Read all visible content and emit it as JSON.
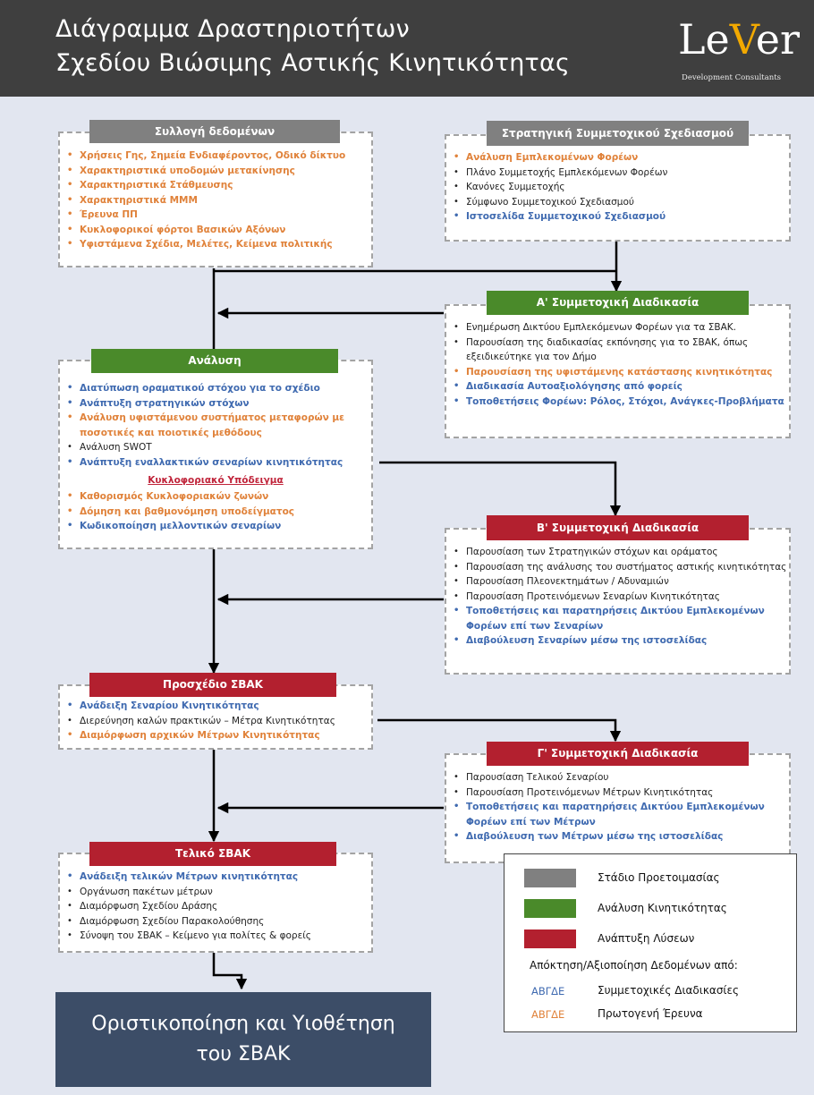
{
  "title": {
    "line1": "Διάγραμμα Δραστηριοτήτων",
    "line2": "Σχεδίου Βιώσιμης Αστικής Κινητικότητας"
  },
  "logo": {
    "word_part1": "Le",
    "word_v": "V",
    "word_part2": "er",
    "subtitle": "Development Consultants"
  },
  "colors": {
    "header_bg": "#3f3f3f",
    "stage_gray": "#808080",
    "stage_green": "#4a8a2a",
    "stage_red": "#b3202f",
    "text_blue": "#3f6ab0",
    "text_orange": "#e0823a",
    "final_bg": "#3c4d67"
  },
  "boxes": {
    "data_collection": {
      "label": "Συλλογή δεδομένων",
      "items": [
        {
          "text": "Χρήσεις Γης, Σημεία Ενδιαφέροντος, Οδικό δίκτυο",
          "color": "orange"
        },
        {
          "text": "Χαρακτηριστικά υποδομών μετακίνησης",
          "color": "orange"
        },
        {
          "text": "Χαρακτηριστικά Στάθμευσης",
          "color": "orange"
        },
        {
          "text": "Χαρακτηριστικά ΜΜΜ",
          "color": "orange"
        },
        {
          "text": "Έρευνα ΠΠ",
          "color": "orange"
        },
        {
          "text": "Κυκλοφορικοί φόρτοι Βασικών Αξόνων",
          "color": "orange"
        },
        {
          "text": "Υφιστάμενα Σχέδια, Μελέτες, Κείμενα πολιτικής",
          "color": "orange"
        }
      ]
    },
    "strategic_planning": {
      "label": "Στρατηγική Συμμετοχικού Σχεδιασμού",
      "items": [
        {
          "text": "Ανάλυση Εμπλεκομένων Φορέων",
          "color": "orange"
        },
        {
          "text": "Πλάνο Συμμετοχής Εμπλεκόμενων Φορέων",
          "color": "black"
        },
        {
          "text": "Κανόνες Συμμετοχής",
          "color": "black"
        },
        {
          "text": "Σύμφωνο Συμμετοχικού Σχεδιασμού",
          "color": "black"
        },
        {
          "text": "Ιστοσελίδα Συμμετοχικού Σχεδιασμού",
          "color": "blue"
        }
      ]
    },
    "participatory_a": {
      "label": "Α' Συμμετοχική Διαδικασία",
      "items": [
        {
          "text": "Ενημέρωση Δικτύου Εμπλεκόμενων Φορέων για τα ΣΒΑΚ.",
          "color": "black"
        },
        {
          "text": "Παρουσίαση της διαδικασίας εκπόνησης για το ΣΒΑΚ, όπως εξειδικεύτηκε για τον Δήμο",
          "color": "black"
        },
        {
          "text": "Παρουσίαση της υφιστάμενης κατάστασης κινητικότητας",
          "color": "orange"
        },
        {
          "text": "Διαδικασία Αυτοαξιολόγησης από φορείς",
          "color": "blue"
        },
        {
          "text": "Τοποθετήσεις Φορέων: Ρόλος, Στόχοι, Ανάγκες-Προβλήματα",
          "color": "blue"
        }
      ]
    },
    "analysis": {
      "label": "Ανάλυση",
      "items": [
        {
          "text": "Διατύπωση οραματικού στόχου για το σχέδιο",
          "color": "blue"
        },
        {
          "text": "Ανάπτυξη στρατηγικών στόχων",
          "color": "blue"
        },
        {
          "text": "Ανάλυση υφιστάμενου συστήματος μεταφορών με ποσοτικές και ποιοτικές μεθόδους",
          "color": "orange"
        },
        {
          "text": "Ανάλυση SWOT",
          "color": "black"
        },
        {
          "text": "Ανάπτυξη εναλλακτικών σεναρίων κινητικότητας",
          "color": "blue"
        }
      ],
      "sub_heading": "Κυκλοφοριακό Υπόδειγμα",
      "sub_items": [
        {
          "text": "Καθορισμός Κυκλοφοριακών ζωνών",
          "color": "orange"
        },
        {
          "text": "Δόμηση και βαθμονόμηση υποδείγματος",
          "color": "orange"
        },
        {
          "text": "Κωδικοποίηση μελλοντικών σεναρίων",
          "color": "blue"
        }
      ]
    },
    "participatory_b": {
      "label": "Β' Συμμετοχική Διαδικασία",
      "items": [
        {
          "text": "Παρουσίαση των Στρατηγικών στόχων και οράματος",
          "color": "black"
        },
        {
          "text": "Παρουσίαση της ανάλυσης του συστήματος αστικής κινητικότητας",
          "color": "black"
        },
        {
          "text": "Παρουσίαση Πλεονεκτημάτων / Αδυναμιών",
          "color": "black"
        },
        {
          "text": "Παρουσίαση Προτεινόμενων Σεναρίων Κινητικότητας",
          "color": "black"
        },
        {
          "text": "Τοποθετήσεις και παρατηρήσεις Δικτύου Εμπλεκομένων Φορέων επί των Σεναρίων",
          "color": "blue"
        },
        {
          "text": "Διαβούλευση Σεναρίων μέσω της ιστοσελίδας",
          "color": "blue"
        }
      ]
    },
    "draft": {
      "label": "Προσχέδιο ΣΒΑΚ",
      "items": [
        {
          "text": "Ανάδειξη Σεναρίου Κινητικότητας",
          "color": "blue"
        },
        {
          "text": "Διερεύνηση καλών πρακτικών – Μέτρα Κινητικότητας",
          "color": "black"
        },
        {
          "text": "Διαμόρφωση αρχικών Μέτρων Κινητικότητας",
          "color": "orange"
        }
      ]
    },
    "participatory_c": {
      "label": "Γ' Συμμετοχική Διαδικασία",
      "items": [
        {
          "text": "Παρουσίαση Τελικού Σεναρίου",
          "color": "black"
        },
        {
          "text": "Παρουσίαση Προτεινόμενων Μέτρων Κινητικότητας",
          "color": "black"
        },
        {
          "text": "Τοποθετήσεις και παρατηρήσεις Δικτύου Εμπλεκομένων Φορέων επί των Μέτρων",
          "color": "blue"
        },
        {
          "text": "Διαβούλευση των Μέτρων μέσω της ιστοσελίδας",
          "color": "blue"
        }
      ]
    },
    "final_plan": {
      "label": "Τελικό ΣΒΑΚ",
      "items": [
        {
          "text": "Ανάδειξη τελικών Μέτρων κινητικότητας",
          "color": "blue"
        },
        {
          "text": "Οργάνωση πακέτων μέτρων",
          "color": "black"
        },
        {
          "text": "Διαμόρφωση Σχεδίου Δράσης",
          "color": "black"
        },
        {
          "text": "Διαμόρφωση Σχεδίου Παρακολούθησης",
          "color": "black"
        },
        {
          "text": "Σύνοψη του ΣΒΑΚ – Κείμενο για πολίτες & φορείς",
          "color": "black"
        }
      ]
    }
  },
  "final_box": {
    "line1": "Οριστικοποίηση και Υιοθέτηση",
    "line2": "του ΣΒΑΚ"
  },
  "legend": {
    "items": [
      {
        "color": "#808080",
        "label": "Στάδιο Προετοιμασίας"
      },
      {
        "color": "#4a8a2a",
        "label": "Ανάλυση Κινητικότητας"
      },
      {
        "color": "#b3202f",
        "label": "Ανάπτυξη Λύσεων"
      }
    ],
    "heading": "Απόκτηση/Αξιοποίηση Δεδομένων από:",
    "codes": [
      {
        "code": "ΑΒΓΔΕ",
        "color": "#3f6ab0",
        "label": "Συμμετοχικές Διαδικασίες"
      },
      {
        "code": "ΑΒΓΔΕ",
        "color": "#e0823a",
        "label": "Πρωτογενή Έρευνα"
      }
    ]
  }
}
